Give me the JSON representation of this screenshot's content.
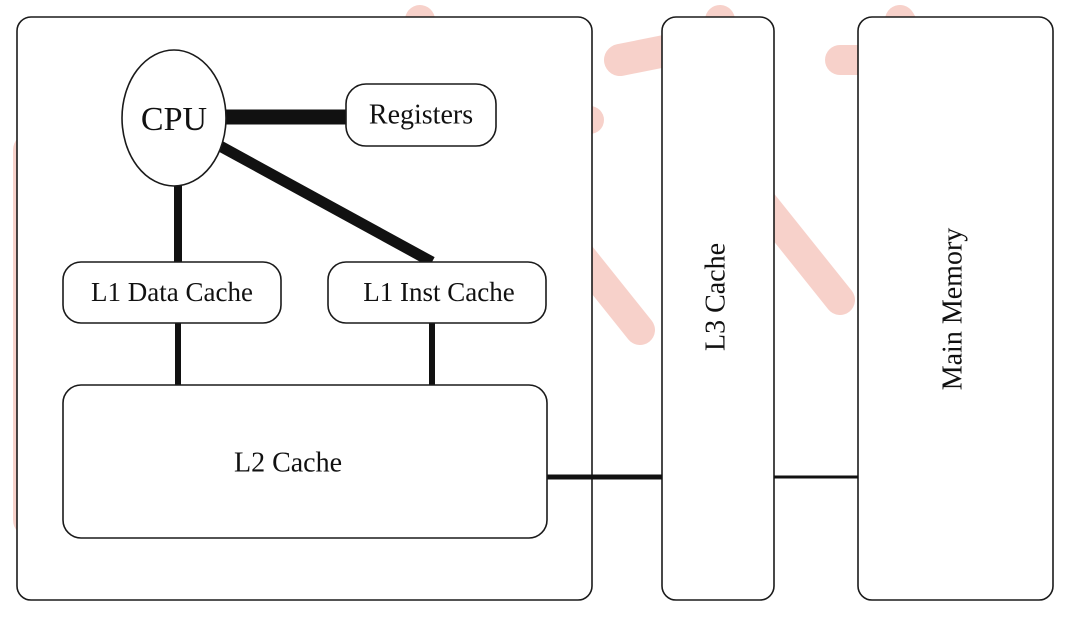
{
  "diagram": {
    "nodes": {
      "cpu": "CPU",
      "registers": "Registers",
      "l1_data": "L1 Data Cache",
      "l1_inst": "L1 Inst Cache",
      "l2": "L2 Cache",
      "l3": "L3 Cache",
      "main_memory": "Main Memory"
    },
    "edges": [
      {
        "from": "cpu",
        "to": "registers"
      },
      {
        "from": "cpu",
        "to": "l1_data"
      },
      {
        "from": "cpu",
        "to": "l1_inst"
      },
      {
        "from": "l1_data",
        "to": "l2"
      },
      {
        "from": "l1_inst",
        "to": "l2"
      },
      {
        "from": "l2",
        "to": "l3"
      },
      {
        "from": "l3",
        "to": "main_memory"
      }
    ],
    "line_color": "#111111",
    "watermark_color": "#f4c2b8"
  }
}
